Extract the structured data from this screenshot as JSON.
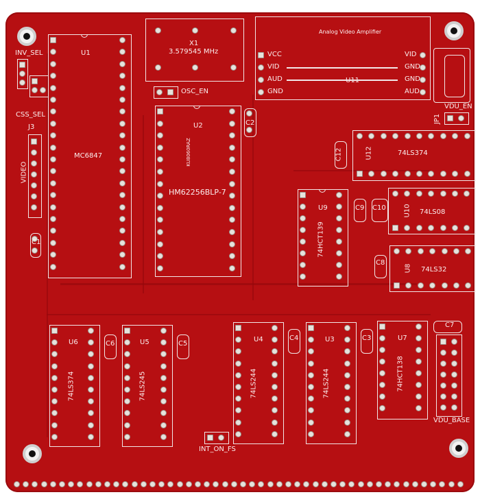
{
  "chips": {
    "u1_ref": "U1",
    "u1_part": "MC6847",
    "u2_ref": "U2",
    "u2_part": "HM62256BLP-7",
    "u2_marking": "KU8060RAZ",
    "u3_ref": "U3",
    "u3_part": "74LS244",
    "u4_ref": "U4",
    "u4_part": "74LS244",
    "u5_ref": "U5",
    "u5_part": "74LS245",
    "u6_ref": "U6",
    "u6_part": "74LS374",
    "u7_ref": "U7",
    "u7_part": "74HCT138",
    "u8_ref": "U8",
    "u8_part": "74LS32",
    "u9_ref": "U9",
    "u9_part": "74HCT139",
    "u10_ref": "U10",
    "u10_part": "74LS08",
    "u11_ref": "U11",
    "u12_ref": "U12",
    "u12_part": "74LS374"
  },
  "crystal": {
    "ref": "X1",
    "freq": "3.579545 MHz"
  },
  "amplifier": {
    "title": "Analog Video Amplifier",
    "left_pins": [
      "VCC",
      "VID",
      "AUD",
      "GND"
    ],
    "right_pins": [
      "VID",
      "GND",
      "GND",
      "AUD"
    ]
  },
  "caps": [
    "C1",
    "C2",
    "C3",
    "C4",
    "C5",
    "C6",
    "C7",
    "C8",
    "C9",
    "C10",
    "C12"
  ],
  "labels": {
    "inv_sel": "INV_SEL",
    "css_sel": "CSS_SEL",
    "j3": "J3",
    "video": "VIDEO",
    "osc_en": "OSC_EN",
    "vdu_en": "VDU_EN",
    "jp1": "JP1",
    "int_on_fs": "INT_ON_FS",
    "vdu_base": "VDU_BASE"
  },
  "colors": {
    "board": "#b60f12",
    "silkscreen": "#fbeeee",
    "pads": "#e7e2dc"
  }
}
